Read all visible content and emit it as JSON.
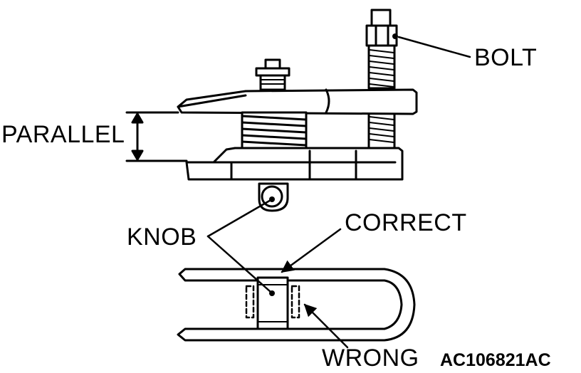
{
  "figure_id": "AC106821AC",
  "labels": {
    "bolt": "BOLT",
    "parallel": "PARALLEL",
    "knob": "KNOB",
    "correct": "CORRECT",
    "wrong": "WRONG"
  },
  "colors": {
    "ink": "#000000",
    "paper": "#ffffff"
  }
}
